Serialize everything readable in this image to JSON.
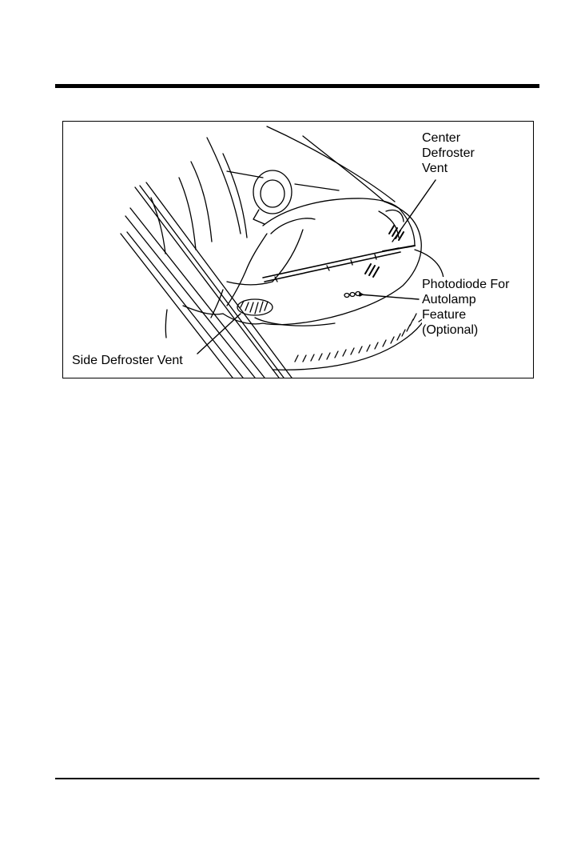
{
  "figure": {
    "callouts": {
      "center_vent": [
        "Center",
        "Defroster",
        "Vent"
      ],
      "photodiode": [
        "Photodiode For",
        "Autolamp",
        "Feature",
        "(Optional)"
      ],
      "side_vent": "Side Defroster Vent"
    }
  }
}
